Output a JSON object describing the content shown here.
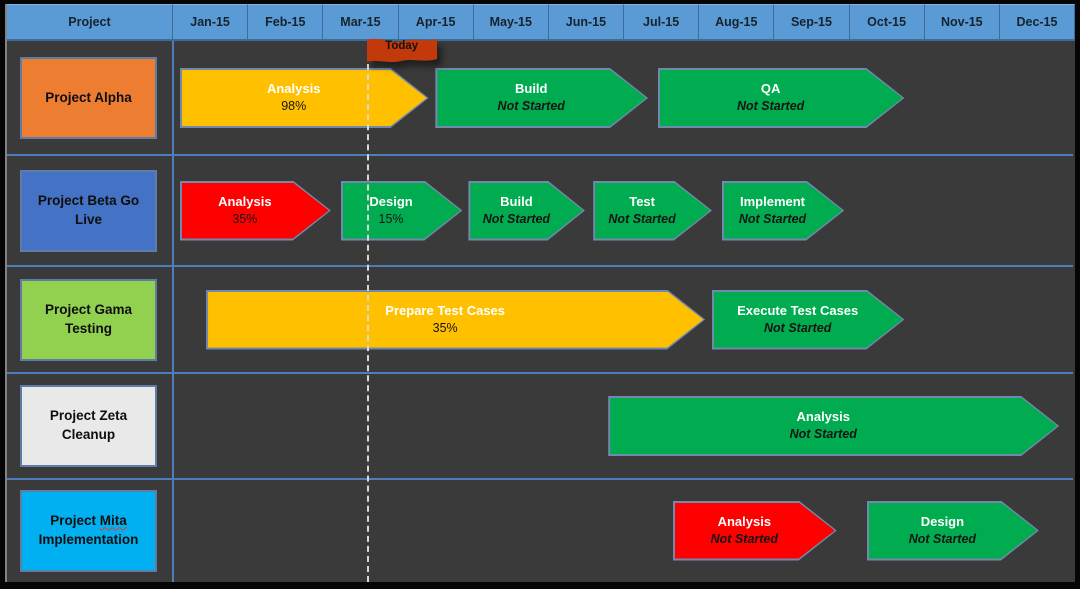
{
  "slide": {
    "background_color": "#3A3A3A",
    "grid_line_color": "#4D7DBB",
    "frame_color": "#060606"
  },
  "header": {
    "project_column_label": "Project",
    "months": [
      "Jan-15",
      "Feb-15",
      "Mar-15",
      "Apr-15",
      "May-15",
      "Jun-15",
      "Jul-15",
      "Aug-15",
      "Sep-15",
      "Oct-15",
      "Nov-15",
      "Dec-15"
    ],
    "background_color": "#5B9BD5",
    "border_color": "#3E6C9A",
    "text_color": "#15232F"
  },
  "today_marker": {
    "label": "Today",
    "flag_color": "#C23A0B",
    "line_color": "#D8D8D8",
    "line_style": "dashed",
    "month_position": 2.59
  },
  "task_colors": {
    "in_progress_yellow": "#FFC000",
    "not_started_green": "#00AC4F",
    "late_red": "#FE0000",
    "bar_border": "#7189AD",
    "title_text": "#FFFFFF",
    "status_text": "#141414"
  },
  "chart_data": {
    "type": "gantt",
    "timeline": {
      "start": "Jan-15",
      "end": "Dec-15",
      "unit": "month"
    },
    "legend_position": "none",
    "projects": [
      {
        "name": "Project Alpha",
        "color": "#ED7D31",
        "tasks": [
          {
            "label": "Analysis",
            "status": "98%",
            "color": "#FFC000",
            "start_month": 0.09,
            "end_month": 3.4
          },
          {
            "label": "Build",
            "status": "Not Started",
            "color": "#00AC4F",
            "start_month": 3.49,
            "end_month": 6.32
          },
          {
            "label": "QA",
            "status": "Not Started",
            "color": "#00AC4F",
            "start_month": 6.45,
            "end_month": 9.73
          }
        ]
      },
      {
        "name": "Project Beta Go Live",
        "color": "#4472C4",
        "tasks": [
          {
            "label": "Analysis",
            "status": "35%",
            "color": "#FE0000",
            "start_month": 0.09,
            "end_month": 2.1
          },
          {
            "label": "Design",
            "status": "15%",
            "color": "#00AC4F",
            "start_month": 2.23,
            "end_month": 3.85
          },
          {
            "label": "Build",
            "status": "Not Started",
            "color": "#00AC4F",
            "start_month": 3.93,
            "end_month": 5.48
          },
          {
            "label": "Test",
            "status": "Not Started",
            "color": "#00AC4F",
            "start_month": 5.59,
            "end_month": 7.17
          },
          {
            "label": "Implement",
            "status": "Not Started",
            "color": "#00AC4F",
            "start_month": 7.3,
            "end_month": 8.93
          }
        ]
      },
      {
        "name": "Project Gama Testing",
        "color": "#92D050",
        "tasks": [
          {
            "label": "Prepare Test Cases",
            "status": "35%",
            "color": "#FFC000",
            "start_month": 0.44,
            "end_month": 7.08
          },
          {
            "label": "Execute Test Cases",
            "status": "Not Started",
            "color": "#00AC4F",
            "start_month": 7.17,
            "end_month": 9.73
          }
        ]
      },
      {
        "name": "Project Zeta Cleanup",
        "color": "#E9E9E9",
        "tasks": [
          {
            "label": "Analysis",
            "status": "Not Started",
            "color": "#00AC4F",
            "start_month": 5.79,
            "end_month": 11.79
          }
        ]
      },
      {
        "name": "Project Mita Implementation",
        "color": "#00B0F0",
        "misspelled_word": "Mita",
        "tasks": [
          {
            "label": "Analysis",
            "status": "Not Started",
            "color": "#FE0000",
            "start_month": 6.65,
            "end_month": 8.83
          },
          {
            "label": "Design",
            "status": "Not Started",
            "color": "#00AC4F",
            "start_month": 9.23,
            "end_month": 11.52
          }
        ]
      }
    ]
  }
}
